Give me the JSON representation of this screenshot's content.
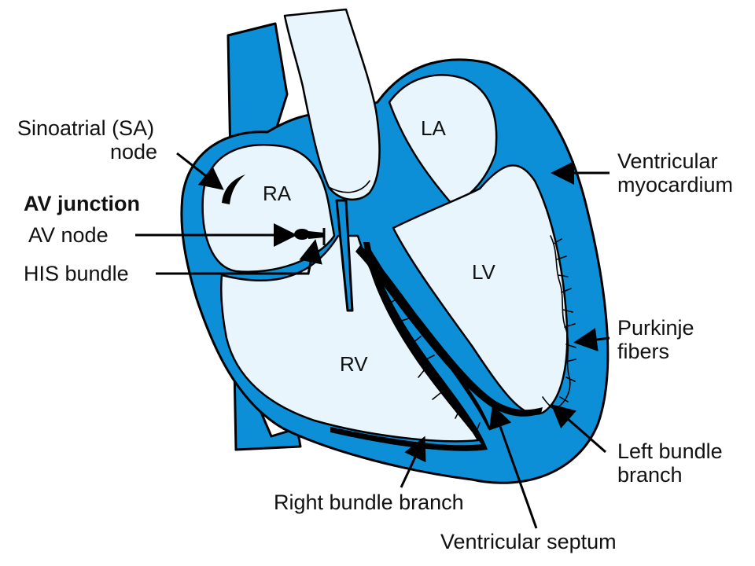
{
  "diagram": {
    "chambers": {
      "ra": "RA",
      "la": "LA",
      "rv": "RV",
      "lv": "LV"
    },
    "labels": {
      "sa_node_line1": "Sinoatrial (SA)",
      "sa_node_line2": "node",
      "av_junction": "AV junction",
      "av_node": "AV node",
      "his_bundle": "HIS bundle",
      "ventricular_myocardium_line1": "Ventricular",
      "ventricular_myocardium_line2": "myocardium",
      "purkinje_line1": "Purkinje",
      "purkinje_line2": "fibers",
      "left_bundle_line1": "Left bundle",
      "left_bundle_line2": "branch",
      "right_bundle_branch": "Right bundle branch",
      "ventricular_septum": "Ventricular septum"
    },
    "colors": {
      "myocardium": "#0d8fd8",
      "cavity": "#e8f5fc",
      "conduction": "#000000"
    }
  }
}
